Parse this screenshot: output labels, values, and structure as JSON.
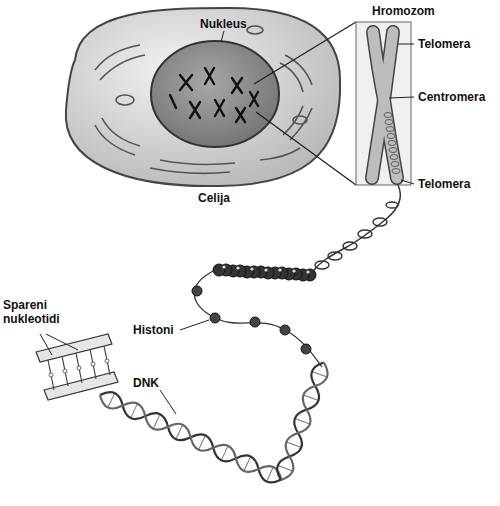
{
  "diagram": {
    "labels": [
      "Nukleus",
      "Hromozom",
      "Telomera",
      "Centromera",
      "Telomera",
      "Celija",
      "Spareni nukleotidi",
      "Histoni",
      "DNK"
    ]
  }
}
